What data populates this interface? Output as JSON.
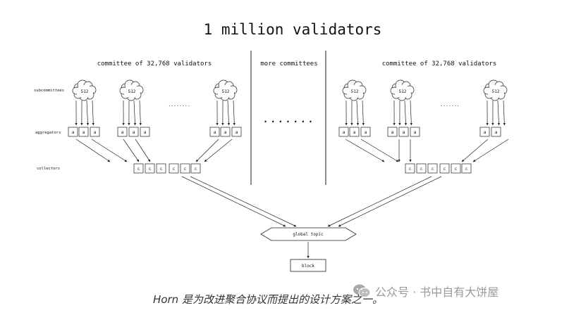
{
  "title": "1 million validators",
  "section_labels": {
    "left": "committee of 32,768 validators",
    "middle": "more committees",
    "right": "committee of 32,768 validators"
  },
  "row_labels": {
    "subcommittees": "subcommittees",
    "aggregators": "aggregators",
    "collectors": "collectors"
  },
  "subcommittee_size": "512",
  "aggregator_letter": "a",
  "collector_letter": "c",
  "ellipsis_small": "........",
  "ellipsis_right": ".......",
  "ellipsis_middle": ".......",
  "global_topic": "global topic",
  "block": "block",
  "caption": "Horn 是为改进聚合协议而提出的设计方案之一。",
  "watermark": "公众号 · 书中自有大饼屋",
  "watermark_icon": "wechat-icon"
}
